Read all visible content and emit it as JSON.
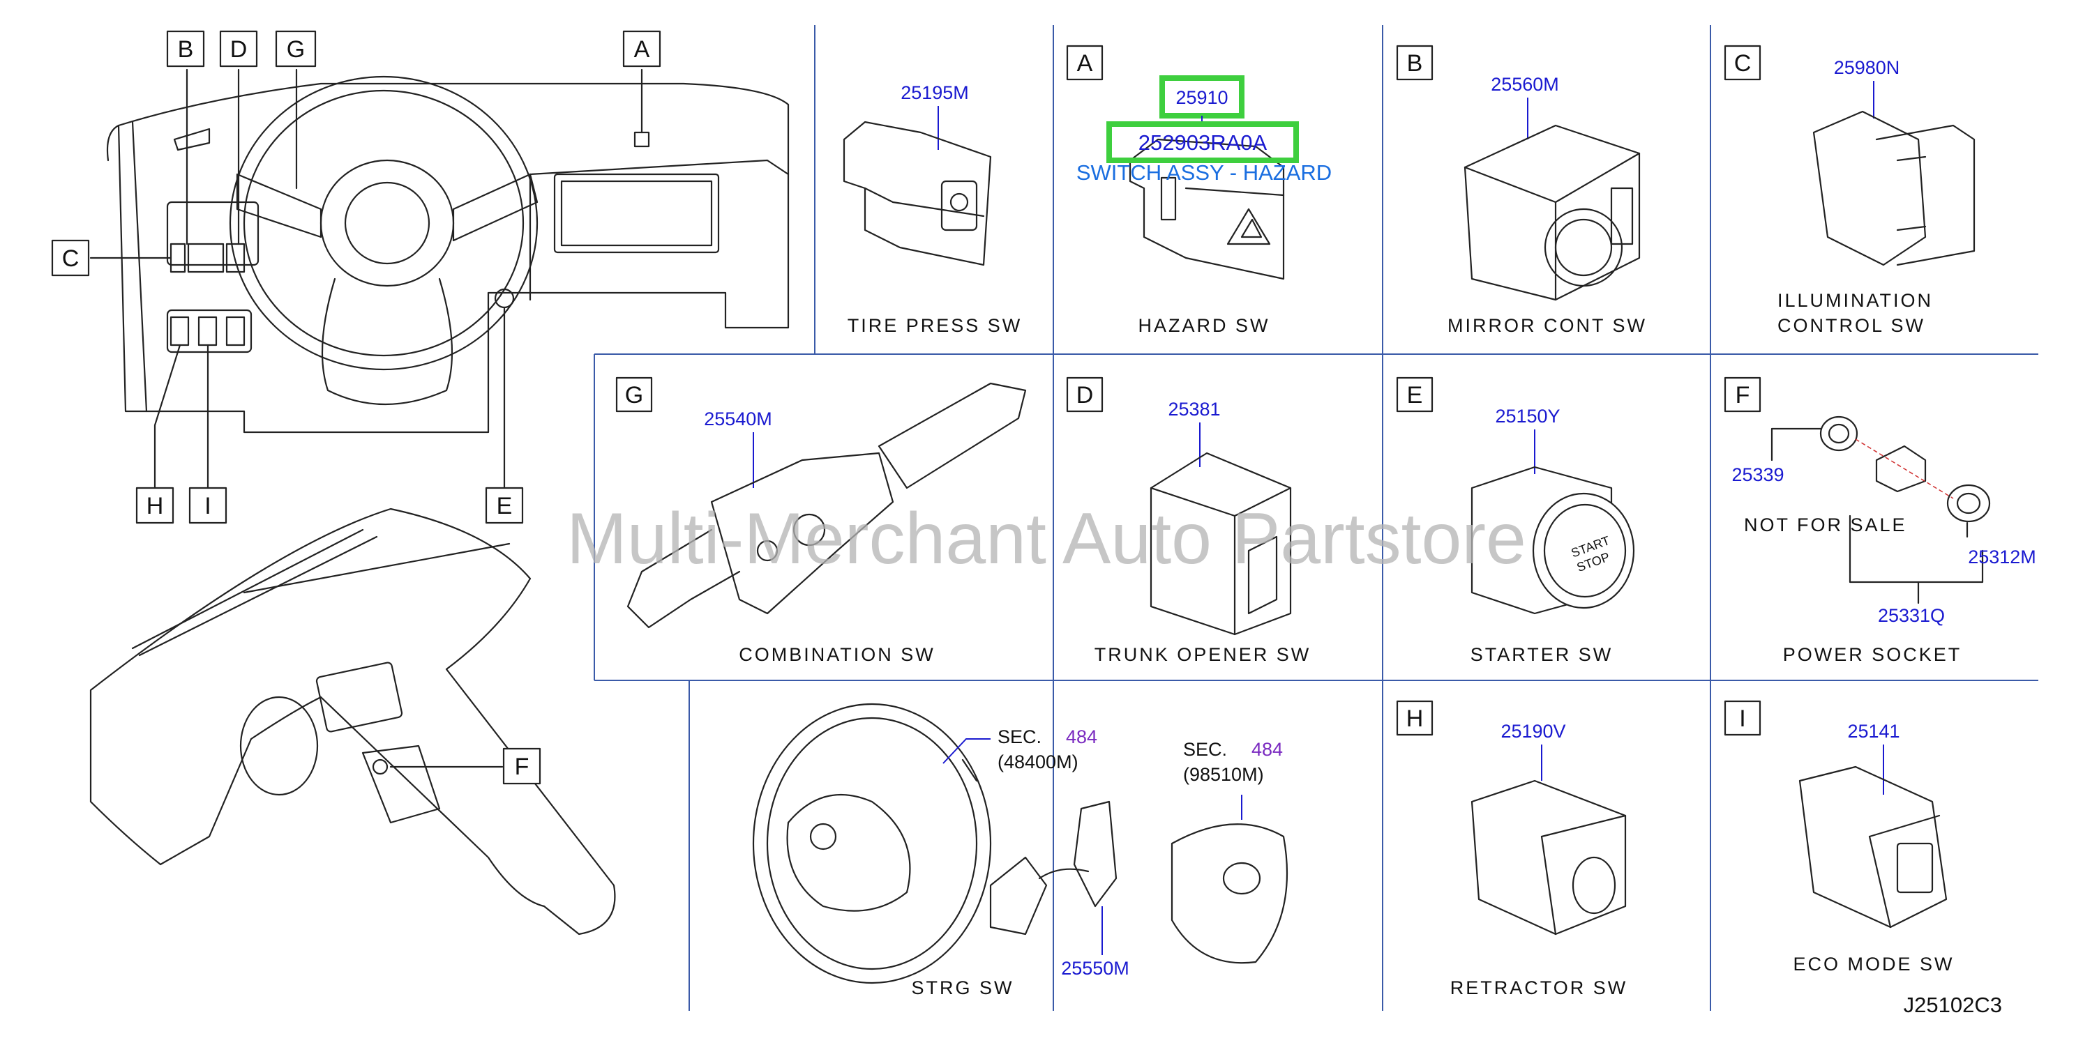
{
  "diagram": {
    "code": "J25102C3",
    "watermark": "Multi-Merchant Auto Partstore",
    "location_letters": [
      "A",
      "B",
      "C",
      "D",
      "E",
      "F",
      "G",
      "H",
      "I"
    ],
    "panels": {
      "tire": {
        "part": "25195M",
        "label": "TIRE PRESS SW"
      },
      "hazard": {
        "letter": "A",
        "part": "25910",
        "label": "HAZARD SW",
        "highlight_part": "252903RA0A",
        "highlight_name": "SWITCH ASSY - HAZARD"
      },
      "mirror": {
        "letter": "B",
        "part": "25560M",
        "label": "MIRROR CONT SW"
      },
      "illum": {
        "letter": "C",
        "part": "25980N",
        "label_line1": "ILLUMINATION",
        "label_line2": "CONTROL SW"
      },
      "combo": {
        "letter": "G",
        "part": "25540M",
        "label": "COMBINATION SW"
      },
      "trunk": {
        "letter": "D",
        "part": "25381",
        "label": "TRUNK OPENER SW"
      },
      "starter": {
        "letter": "E",
        "part": "25150Y",
        "label": "STARTER SW",
        "button_text_1": "START",
        "button_text_2": "STOP"
      },
      "socket": {
        "letter": "F",
        "part_a": "25339",
        "part_b": "25312M",
        "part_c": "25331Q",
        "note": "NOT FOR SALE",
        "label": "POWER SOCKET"
      },
      "strg": {
        "sec1_prefix": "SEC.",
        "sec1_num": "484",
        "sec1_sub": "(48400M)",
        "sec2_prefix": "SEC.",
        "sec2_num": "484",
        "sec2_sub": "(98510M)",
        "part": "25550M",
        "label": "STRG SW"
      },
      "retractor": {
        "letter": "H",
        "part": "25190V",
        "label": "RETRACTOR SW"
      },
      "eco": {
        "letter": "I",
        "part": "25141",
        "label": "ECO MODE SW"
      }
    }
  }
}
